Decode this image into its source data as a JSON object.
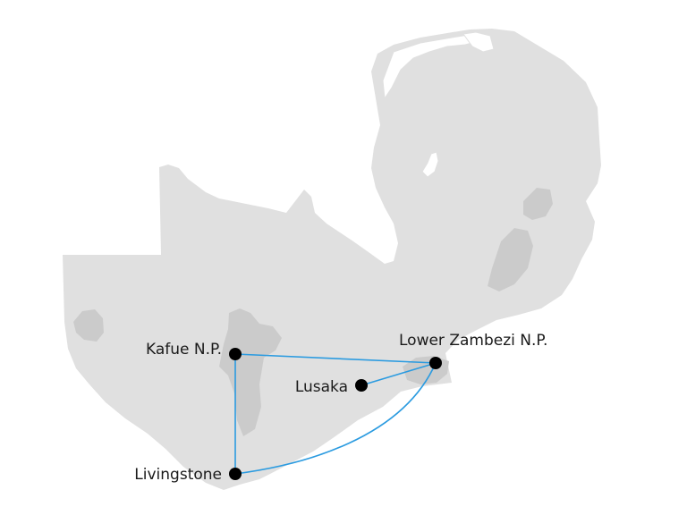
{
  "map": {
    "land_color": "#e0e0e0",
    "park_color": "#cbcbcb",
    "route_color": "#2b9be0",
    "marker_color": "#000000",
    "places": [
      {
        "id": "kafue",
        "label": "Kafue N.P."
      },
      {
        "id": "lower-zambezi",
        "label": "Lower Zambezi N.P."
      },
      {
        "id": "lusaka",
        "label": "Lusaka"
      },
      {
        "id": "livingstone",
        "label": "Livingstone"
      }
    ],
    "routes": [
      {
        "from": "kafue",
        "to": "lower-zambezi"
      },
      {
        "from": "lusaka",
        "to": "lower-zambezi"
      },
      {
        "from": "kafue",
        "to": "livingstone"
      },
      {
        "from": "livingstone",
        "to": "lower-zambezi"
      }
    ]
  }
}
